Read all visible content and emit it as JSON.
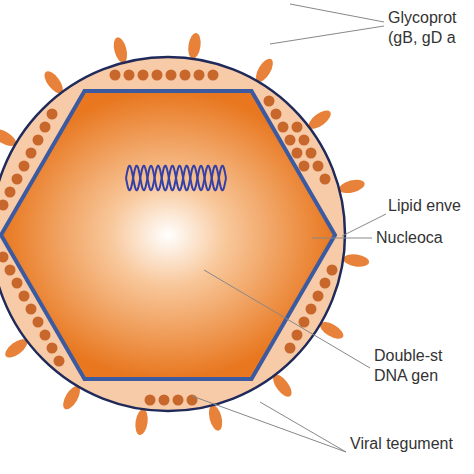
{
  "diagram": {
    "labels": [
      "Glycoprot (gB, gD a",
      "Lipid enve",
      "Nucleoca",
      "Double-st DNA gen",
      "Viral tegument"
    ]
  }
}
